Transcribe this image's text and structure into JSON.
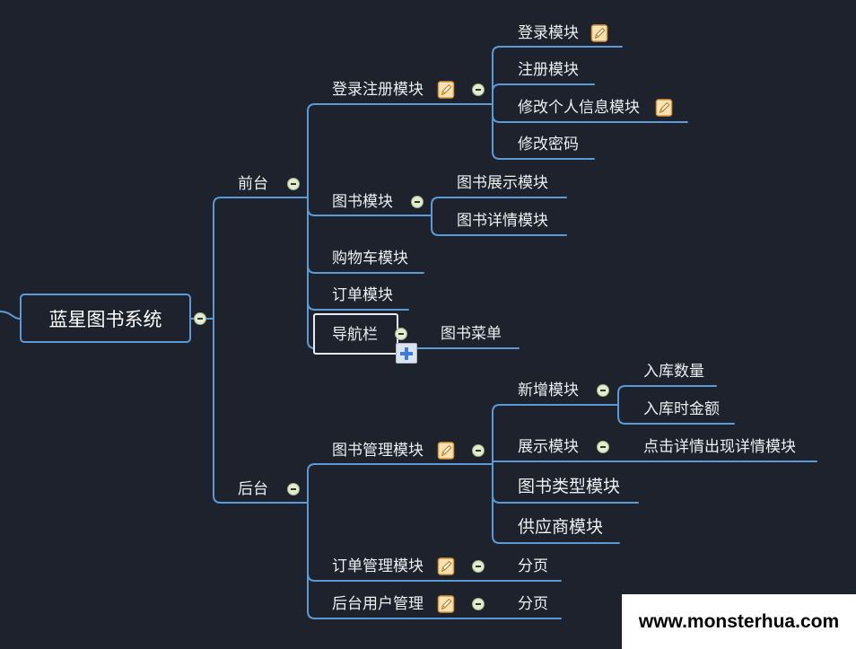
{
  "colors": {
    "background": "#1e222d",
    "connector": "#5b9bd5",
    "topic_text": "#eceef2",
    "selection_border": "#e8ecf4",
    "note_fill": "#f6e3b4",
    "collapse_fill": "#e3ecd0",
    "watermark_bg": "#ffffff"
  },
  "icons": {
    "note": "note-icon",
    "collapse": "collapse-minus-icon",
    "add_topic": "plus-icon"
  },
  "mindmap": {
    "root": {
      "label": "蓝星图书系统"
    },
    "front": {
      "label": "前台",
      "login_register": {
        "label": "登录注册模块",
        "has_note": true,
        "items": [
          {
            "label": "登录模块",
            "has_note": true
          },
          {
            "label": "注册模块"
          },
          {
            "label": "修改个人信息模块",
            "has_note": true
          },
          {
            "label": "修改密码"
          }
        ]
      },
      "books": {
        "label": "图书模块",
        "items": [
          {
            "label": "图书展示模块"
          },
          {
            "label": "图书详情模块"
          }
        ]
      },
      "cart": {
        "label": "购物车模块"
      },
      "orders": {
        "label": "订单模块"
      },
      "navbar": {
        "label": "导航栏",
        "selected": true,
        "items": [
          {
            "label": "图书菜单"
          }
        ]
      }
    },
    "back": {
      "label": "后台",
      "book_admin": {
        "label": "图书管理模块",
        "has_note": true,
        "add": {
          "label": "新增模块",
          "items": [
            {
              "label": "入库数量"
            },
            {
              "label": "入库时金额"
            }
          ]
        },
        "display": {
          "label": "展示模块",
          "items": [
            {
              "label": "点击详情出现详情模块"
            }
          ]
        },
        "types": {
          "label": "图书类型模块"
        },
        "suppliers": {
          "label": "供应商模块"
        }
      },
      "order_admin": {
        "label": "订单管理模块",
        "has_note": true,
        "items": [
          {
            "label": "分页"
          }
        ]
      },
      "user_admin": {
        "label": "后台用户管理",
        "has_note": true,
        "items": [
          {
            "label": "分页"
          }
        ]
      }
    }
  },
  "watermark": {
    "text": "www.monsterhua.com"
  }
}
